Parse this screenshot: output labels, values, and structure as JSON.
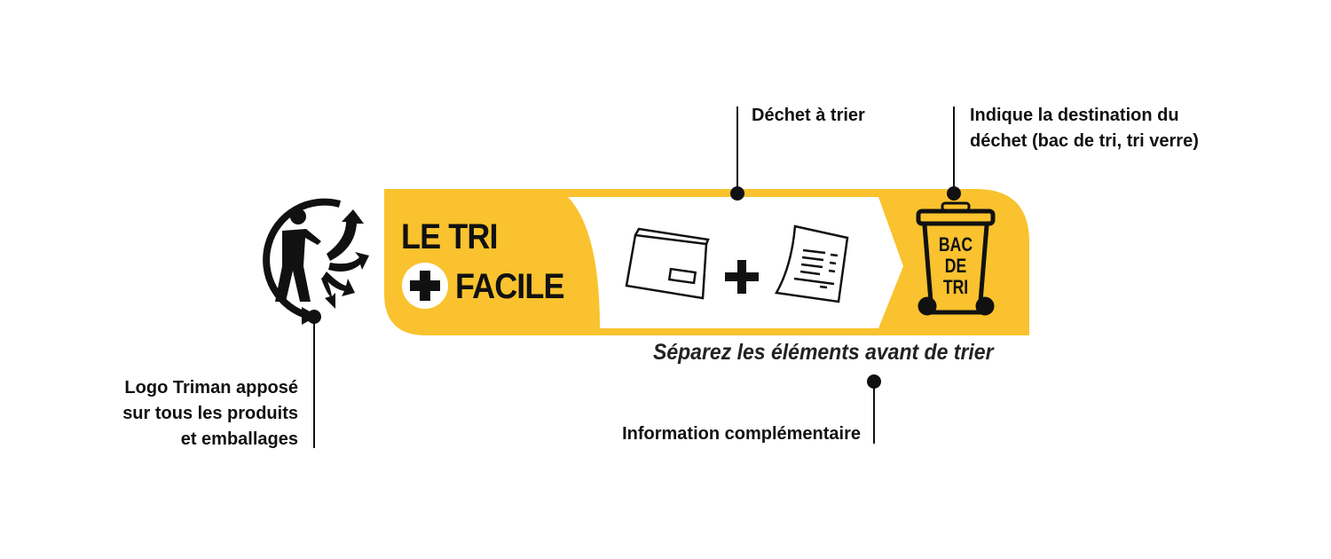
{
  "banner": {
    "title_line1": "LE TRI",
    "title_line2": "FACILE",
    "bin_label": [
      "BAC",
      "DE",
      "TRI"
    ],
    "subtitle": "Séparez les éléments avant de trier",
    "colors": {
      "yellow": "#F9C22E",
      "ink": "#111111"
    }
  },
  "annotations": {
    "triman": [
      "Logo Triman apposé",
      "sur tous les produits",
      "et emballages"
    ],
    "waste": "Déchet à trier",
    "destination": [
      "Indique la destination du",
      "déchet (bac de tri, tri verre)"
    ],
    "info": "Information complémentaire"
  }
}
